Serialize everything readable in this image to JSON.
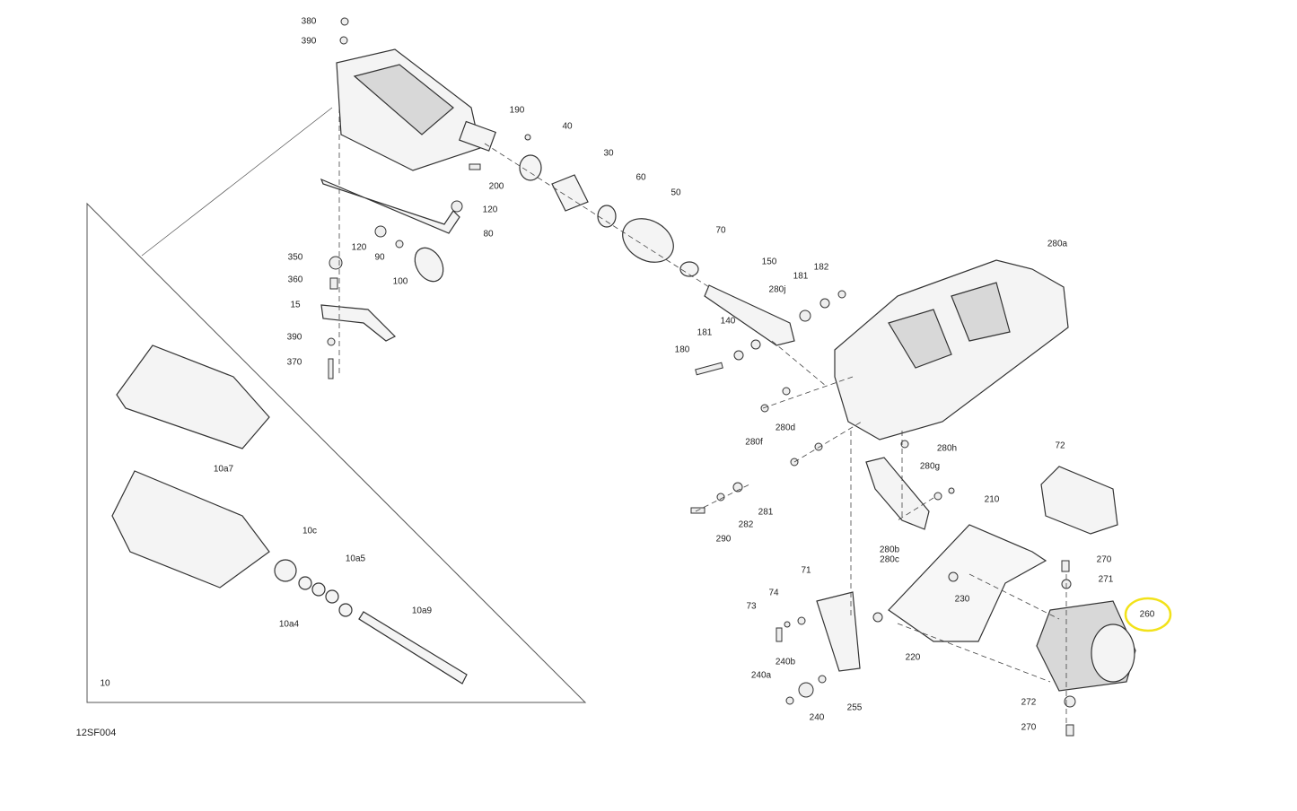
{
  "diagram_code": "12SF004",
  "highlight_color": "#f2e21a",
  "highlighted_part": "260",
  "inset": {
    "label": "10",
    "parts": [
      "10a7",
      "10c",
      "10a5",
      "10a4",
      "10a9"
    ]
  },
  "labels": [
    "380",
    "390",
    "190",
    "40",
    "30",
    "200",
    "120",
    "60",
    "50",
    "80",
    "120",
    "90",
    "100",
    "350",
    "360",
    "15",
    "390",
    "370",
    "70",
    "150",
    "181",
    "182",
    "280j",
    "140",
    "181",
    "180",
    "280a",
    "280d",
    "280f",
    "280h",
    "72",
    "280g",
    "210",
    "281",
    "282",
    "290",
    "280b",
    "280c",
    "270",
    "271",
    "71",
    "74",
    "73",
    "230",
    "260",
    "220",
    "240b",
    "240a",
    "255",
    "240",
    "272",
    "270"
  ]
}
